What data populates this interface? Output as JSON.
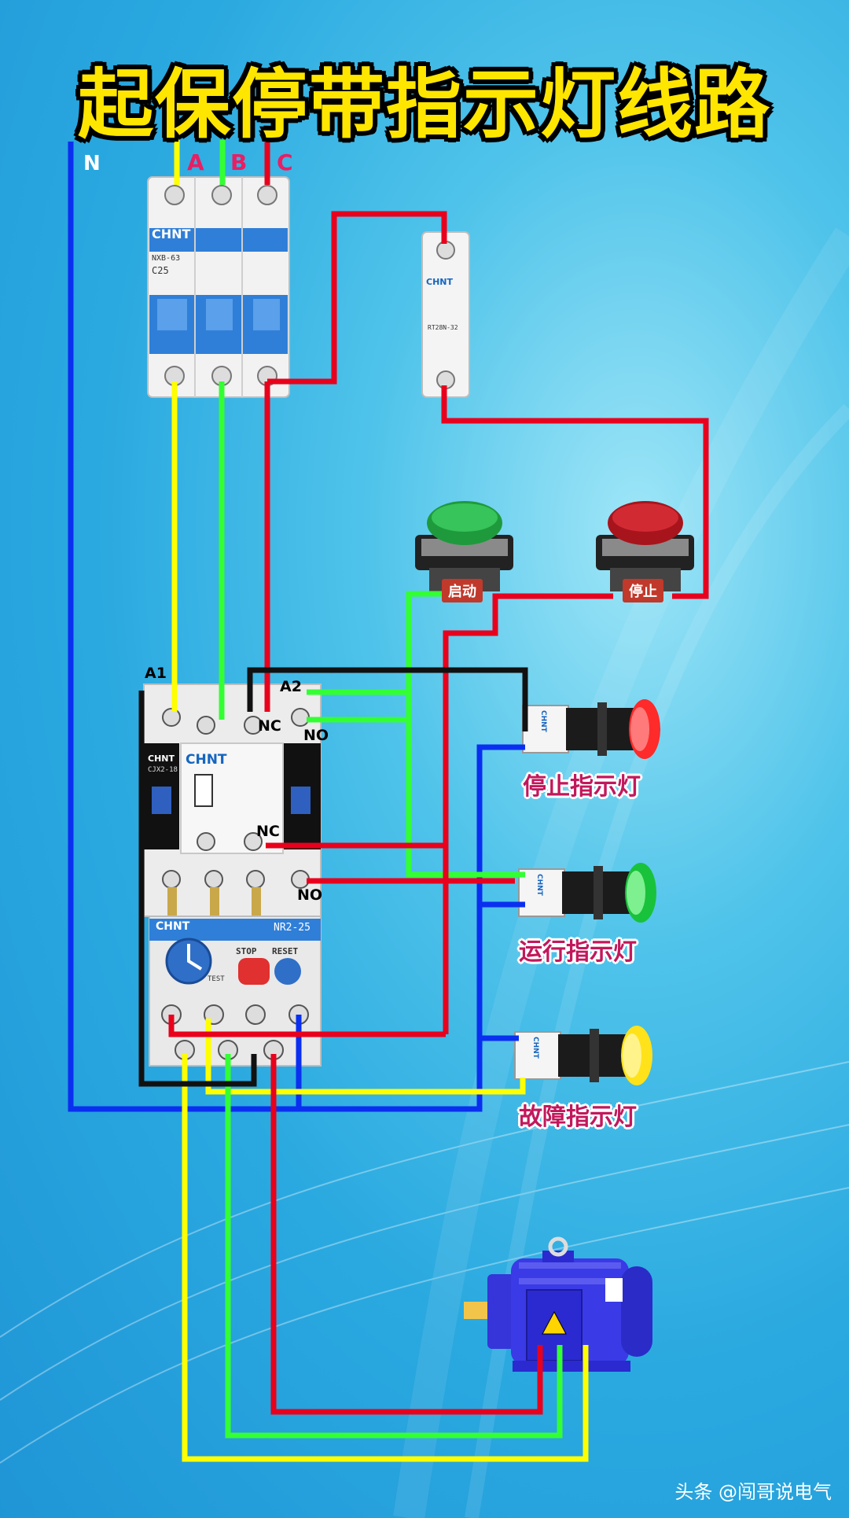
{
  "title": "起保停带指示灯线路",
  "phases": {
    "a": "A",
    "b": "B",
    "c": "C",
    "n": "N"
  },
  "breaker": {
    "brand": "CHNT",
    "model": "NXB-63",
    "rating": "C25"
  },
  "fuse": {
    "brand": "CHNT",
    "model": "RT28N-32"
  },
  "buttons": {
    "start": "启动",
    "stop": "停止"
  },
  "contactor": {
    "brand": "CHNT",
    "model": "CJX2-18",
    "a1": "A1",
    "a2": "A2",
    "nc_top": "NC",
    "no_top": "NO",
    "nc_mid": "NC",
    "no_mid": "NO"
  },
  "overload": {
    "brand": "CHNT",
    "model": "NR2-25",
    "stop": "STOP",
    "reset": "RESET",
    "test": "TEST"
  },
  "lamps": {
    "stop": "停止指示灯",
    "run": "运行指示灯",
    "fault": "故障指示灯",
    "brand": "CHNT"
  },
  "watermark": "头条 @闯哥说电气",
  "colors": {
    "a": "#ffff00",
    "b": "#33ff33",
    "c": "#e8001c",
    "n": "#0a2ff0",
    "control": "#111111"
  }
}
